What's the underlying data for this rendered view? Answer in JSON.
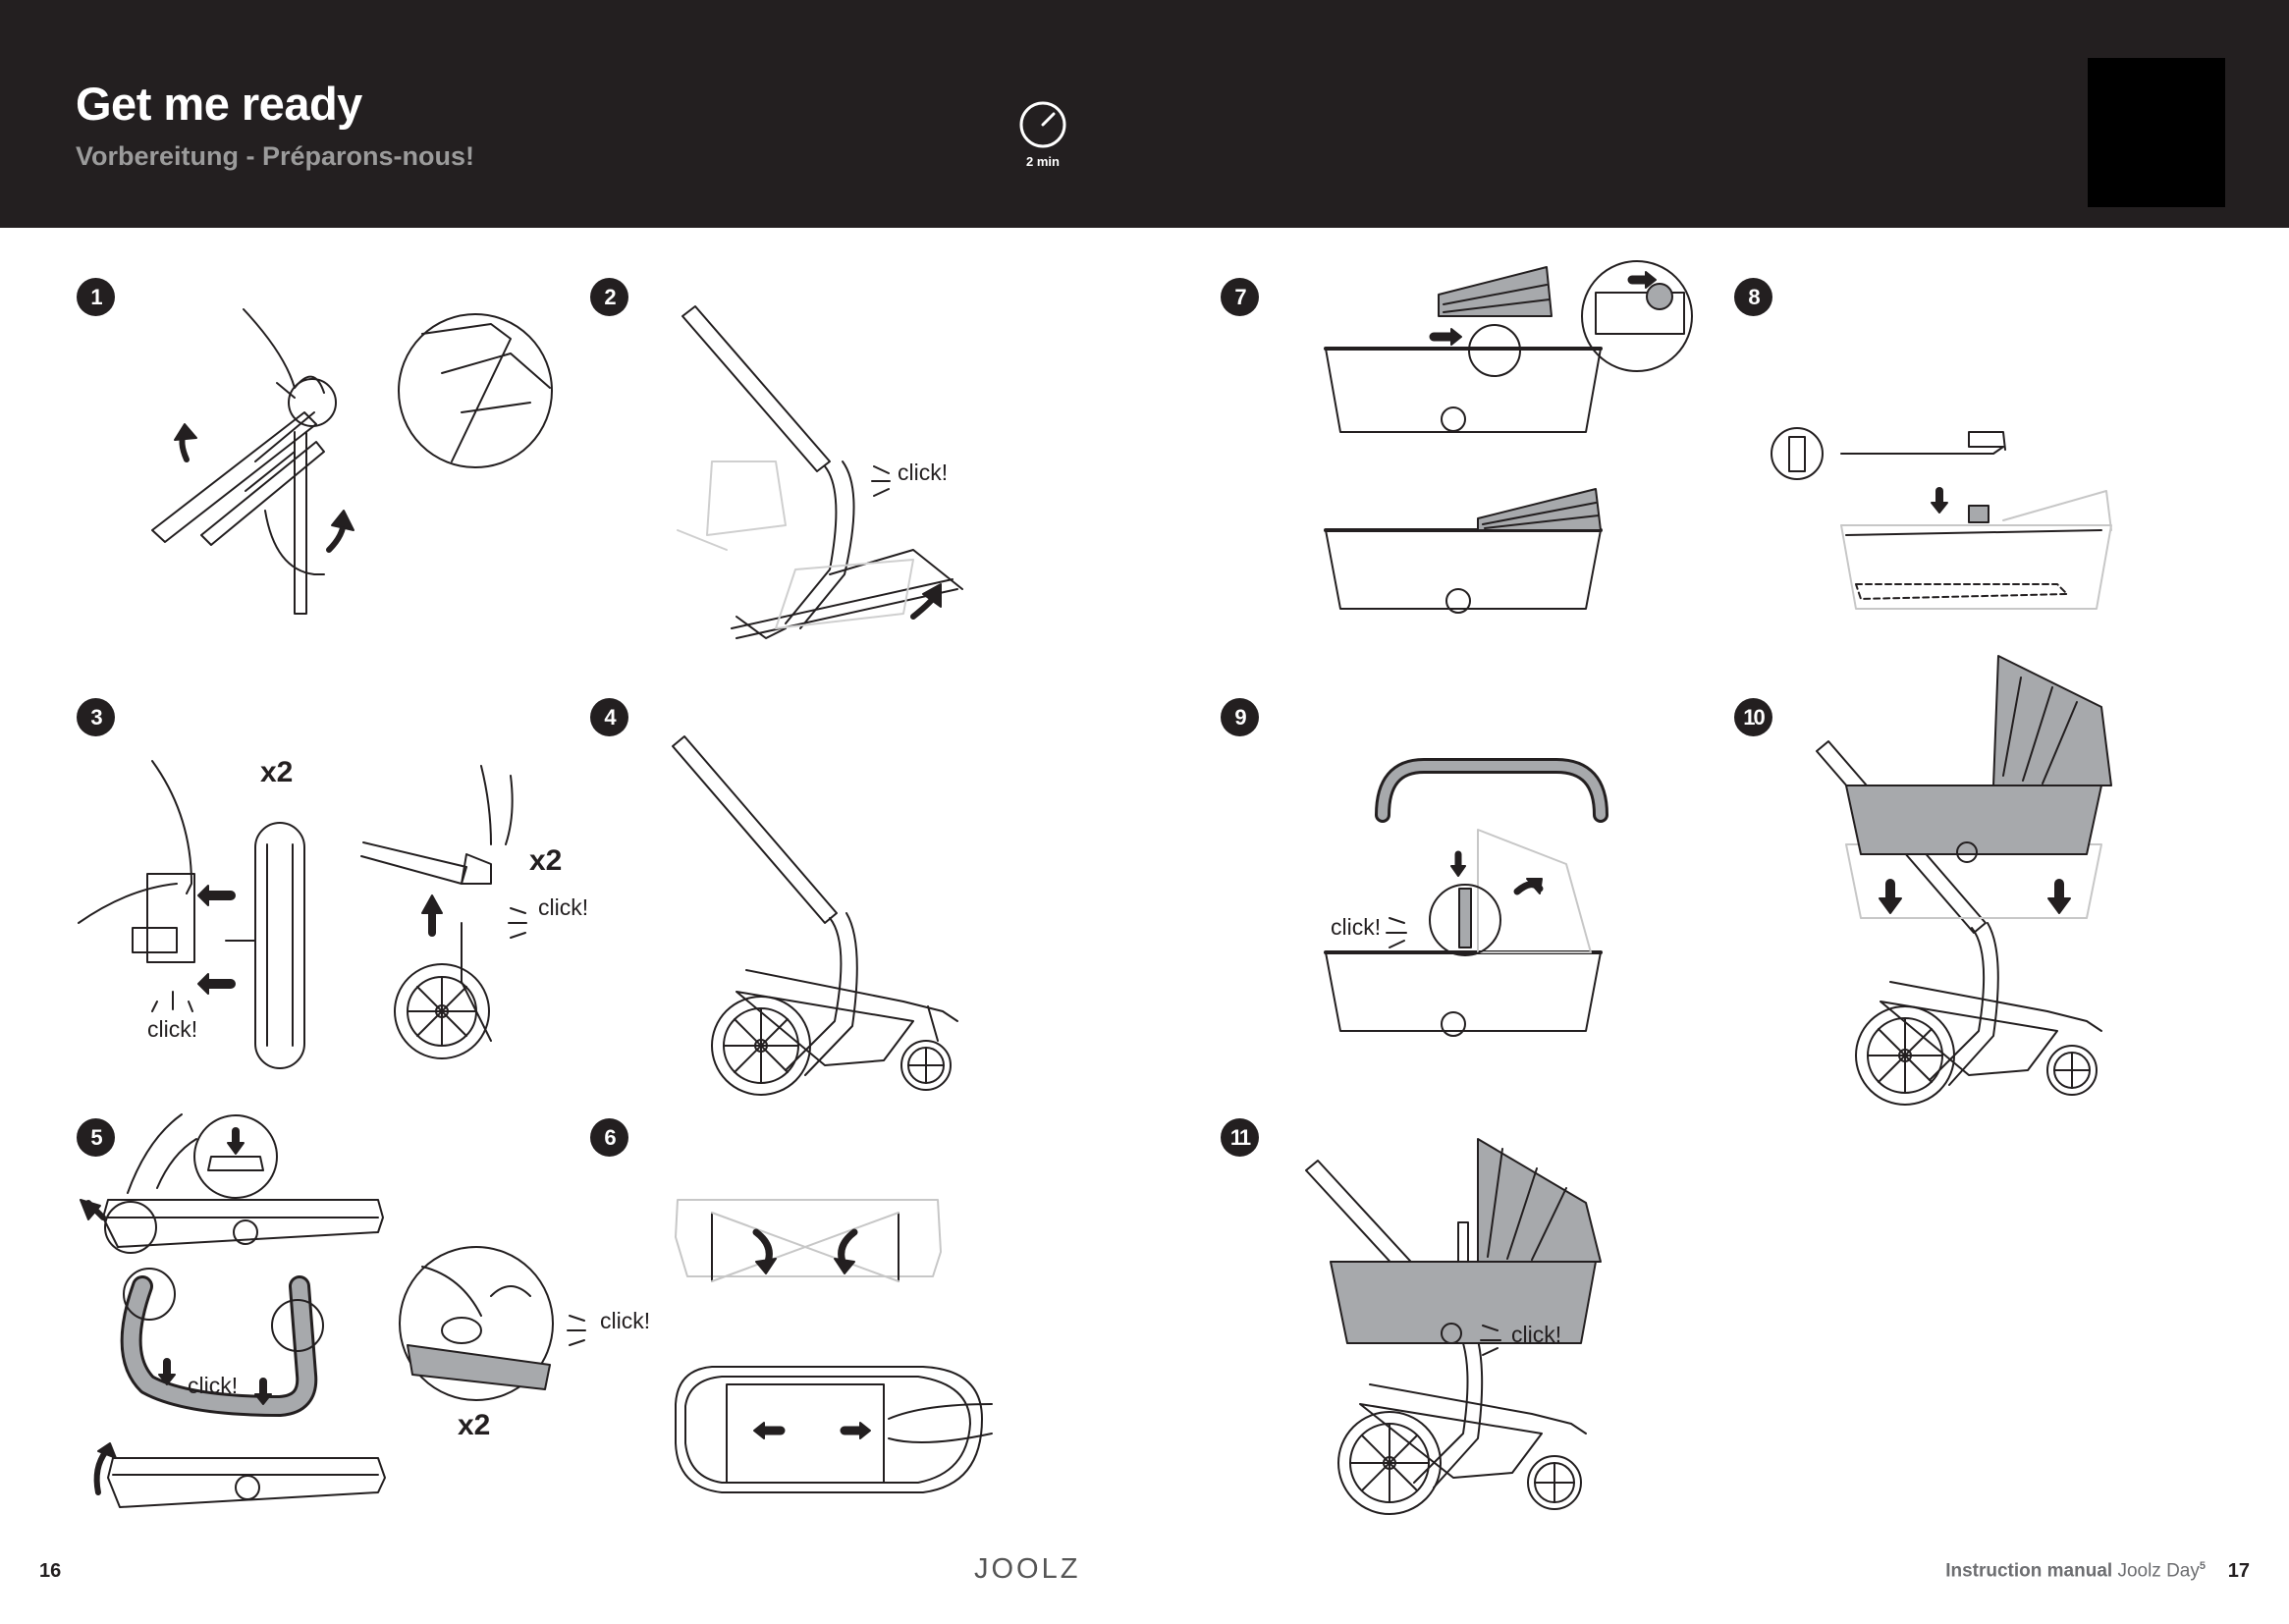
{
  "header": {
    "title": "Get me ready",
    "subtitle": "Vorbereitung - Préparons-nous!",
    "timer_label": "2 min"
  },
  "steps": [
    "1",
    "2",
    "3",
    "4",
    "5",
    "6",
    "7",
    "8",
    "9",
    "10",
    "11"
  ],
  "labels": {
    "click": "click!",
    "x2": "x2"
  },
  "footer": {
    "page_left": "16",
    "brand": "JOOLZ",
    "manual_label": "Instruction manual",
    "product": "Joolz Day",
    "product_sup": "5",
    "page_right": "17"
  },
  "colors": {
    "header_bg": "#231f20",
    "subtitle": "#9b9b9b",
    "fabric_grey": "#a7a9ac"
  }
}
